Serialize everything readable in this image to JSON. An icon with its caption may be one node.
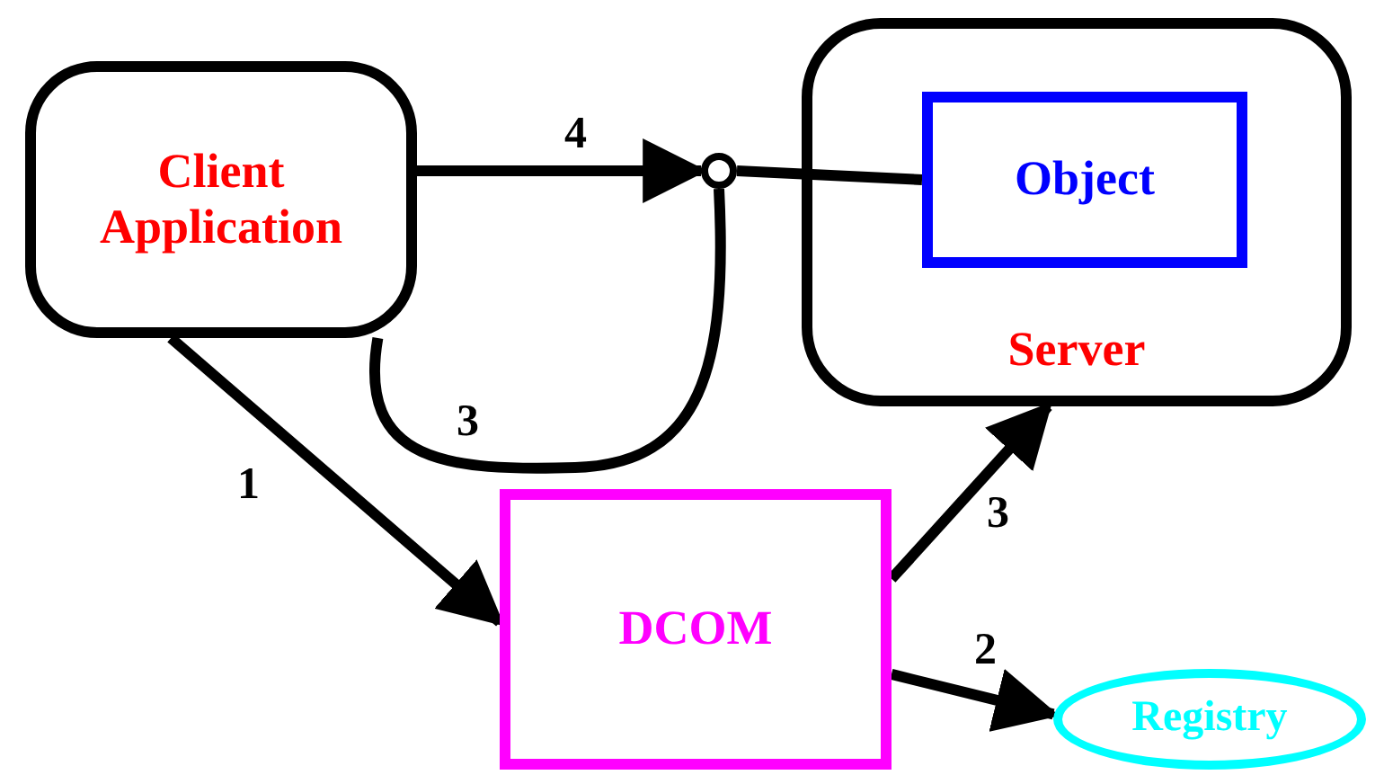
{
  "diagram": {
    "nodes": [
      {
        "text": [
          "Client Application"
        ]
      },
      {
        "text": [
          "Server"
        ]
      },
      {
        "text": [
          "Object"
        ],
        "in": 1
      },
      {
        "text": [],
        "shape": "circle"
      },
      {
        "text": [
          "DCOM"
        ]
      },
      {
        "text": [
          "Registry"
        ]
      }
    ],
    "edges": [
      {
        "from": 0,
        "to": 4,
        "label": "1",
        "arrow": "to"
      },
      {
        "from": 4,
        "to": 5,
        "label": "2",
        "arrow": "to"
      },
      {
        "from": 4,
        "to": 1,
        "label": "3",
        "arrow": "to"
      },
      {
        "from": 0,
        "to": 3,
        "label": "3",
        "arrow": "none"
      },
      {
        "from": 0,
        "to": 3,
        "label": "4",
        "arrow": "to"
      },
      {
        "from": 3,
        "to": 2,
        "arrow": "none"
      }
    ]
  }
}
